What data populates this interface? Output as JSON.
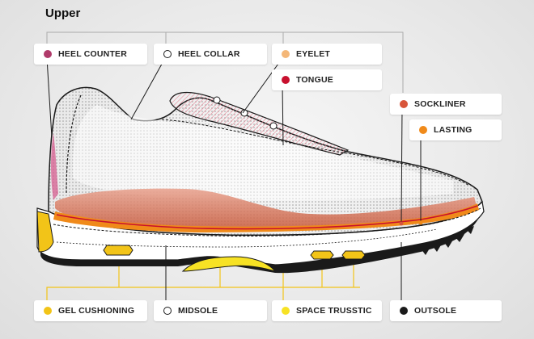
{
  "title": "Upper",
  "labels": {
    "heel_counter": "HEEL COUNTER",
    "heel_collar": "HEEL COLLAR",
    "eyelet": "EYELET",
    "tongue": "TONGUE",
    "sockliner": "SOCKLINER",
    "lasting": "LASTING",
    "gel_cushioning": "GEL CUSHIONING",
    "midsole": "MIDSOLE",
    "space_trusstic": "SPACE TRUSSTIC",
    "outsole": "OUTSOLE"
  },
  "colors": {
    "heel_counter": "#b03a6a",
    "heel_collar": "#ffffff",
    "eyelet": "#f4b778",
    "tongue": "#c8102e",
    "sockliner": "#d8553a",
    "lasting": "#f08a1a",
    "gel_cushioning": "#f2c418",
    "midsole": "#ffffff",
    "space_trusstic": "#f7e224",
    "outsole": "#1a1a1a",
    "connector": "#aaaaaa",
    "yellow_connector": "#f2c418"
  }
}
